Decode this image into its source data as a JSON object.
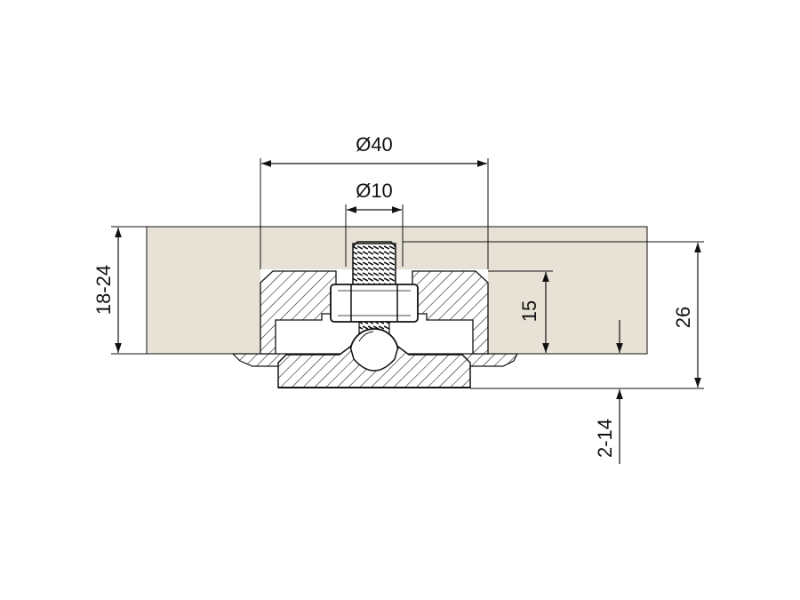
{
  "colors": {
    "panel_fill": "#e8e2d6",
    "outline": "#111111",
    "metal_fill": "#ffffff"
  },
  "dimensions": {
    "diameter_outer": "Ø40",
    "diameter_inner": "Ø10",
    "panel_thickness": "18-24",
    "housing_depth": "15",
    "total_height": "26",
    "leveling_range": "2-14"
  }
}
